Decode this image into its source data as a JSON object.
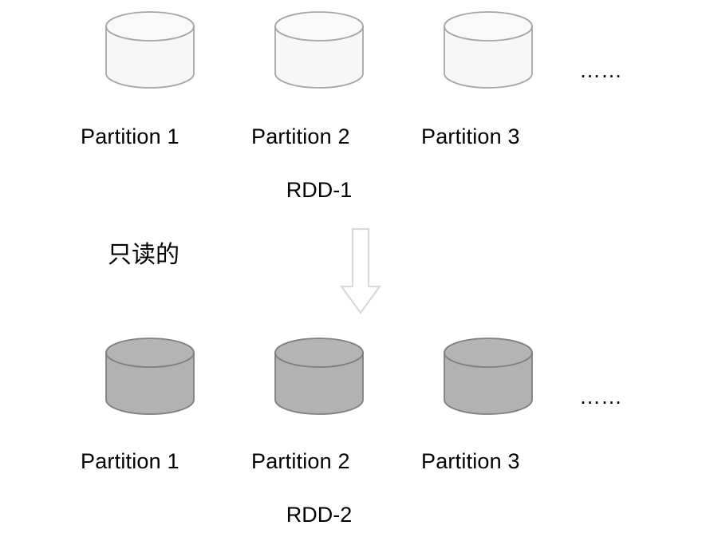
{
  "diagram": {
    "title_visible": false,
    "colors": {
      "background": "#ffffff",
      "top_cylinder_fill": "#f7f7f7",
      "top_cylinder_stroke": "#a6a6a6",
      "bottom_cylinder_fill": "#b2b2b2",
      "bottom_cylinder_stroke": "#7f7f7f",
      "arrow_fill": "#ffffff",
      "arrow_stroke": "#d9d9d9",
      "text": "#000000"
    },
    "top_group": {
      "name": "RDD-1",
      "rdd_label": "RDD-1",
      "partitions": [
        {
          "label": "Partition 1",
          "icon": "cylinder-icon"
        },
        {
          "label": "Partition 2",
          "icon": "cylinder-icon"
        },
        {
          "label": "Partition 3",
          "icon": "cylinder-icon"
        }
      ],
      "ellipsis": "……"
    },
    "bottom_group": {
      "name": "RDD-2",
      "rdd_label": "RDD-2",
      "partitions": [
        {
          "label": "Partition 1",
          "icon": "cylinder-icon"
        },
        {
          "label": "Partition 2",
          "icon": "cylinder-icon"
        },
        {
          "label": "Partition 3",
          "icon": "cylinder-icon"
        }
      ],
      "ellipsis": "……"
    },
    "annotation": {
      "text": "只读的",
      "meaning_label": "read-only-annotation"
    },
    "arrow": {
      "icon": "down-block-arrow-icon",
      "direction": "down"
    }
  }
}
